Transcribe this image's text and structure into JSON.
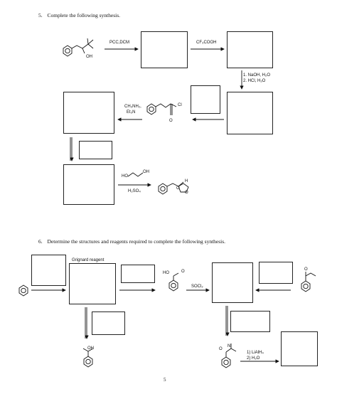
{
  "q5": {
    "number": "5.",
    "text": "Complete the following synthesis.",
    "reagent_pcc": "PCC,DCM",
    "reagent_tfa": "CF₃COOH",
    "reagent_naoh_line1": "1. NaOH, H₂O",
    "reagent_naoh_line2": "2. HCl, H₂O",
    "reagent_amine_line1": "CH₃NH₂,",
    "reagent_amine_line2": "Et₃N",
    "reagent_diol_label": "HO",
    "reagent_diol_label2": "OH",
    "reagent_acid": "H₂SO₄",
    "label_oh": "OH",
    "label_cl": "Cl",
    "label_o": "O",
    "label_h": "H"
  },
  "q6": {
    "number": "6.",
    "text": "Determine the structures and reagents required to complete the following synthesis.",
    "reagent_grignard": "Grignard reagent",
    "reagent_socl2": "SOCl₂",
    "reagent_lialh4_line1": "1) LiAlH₄",
    "reagent_lialh4_line2": "2) H₂O",
    "label_ho": "HO",
    "label_o": "O",
    "label_oh": "OH",
    "label_n": "N"
  },
  "page_number": "5"
}
